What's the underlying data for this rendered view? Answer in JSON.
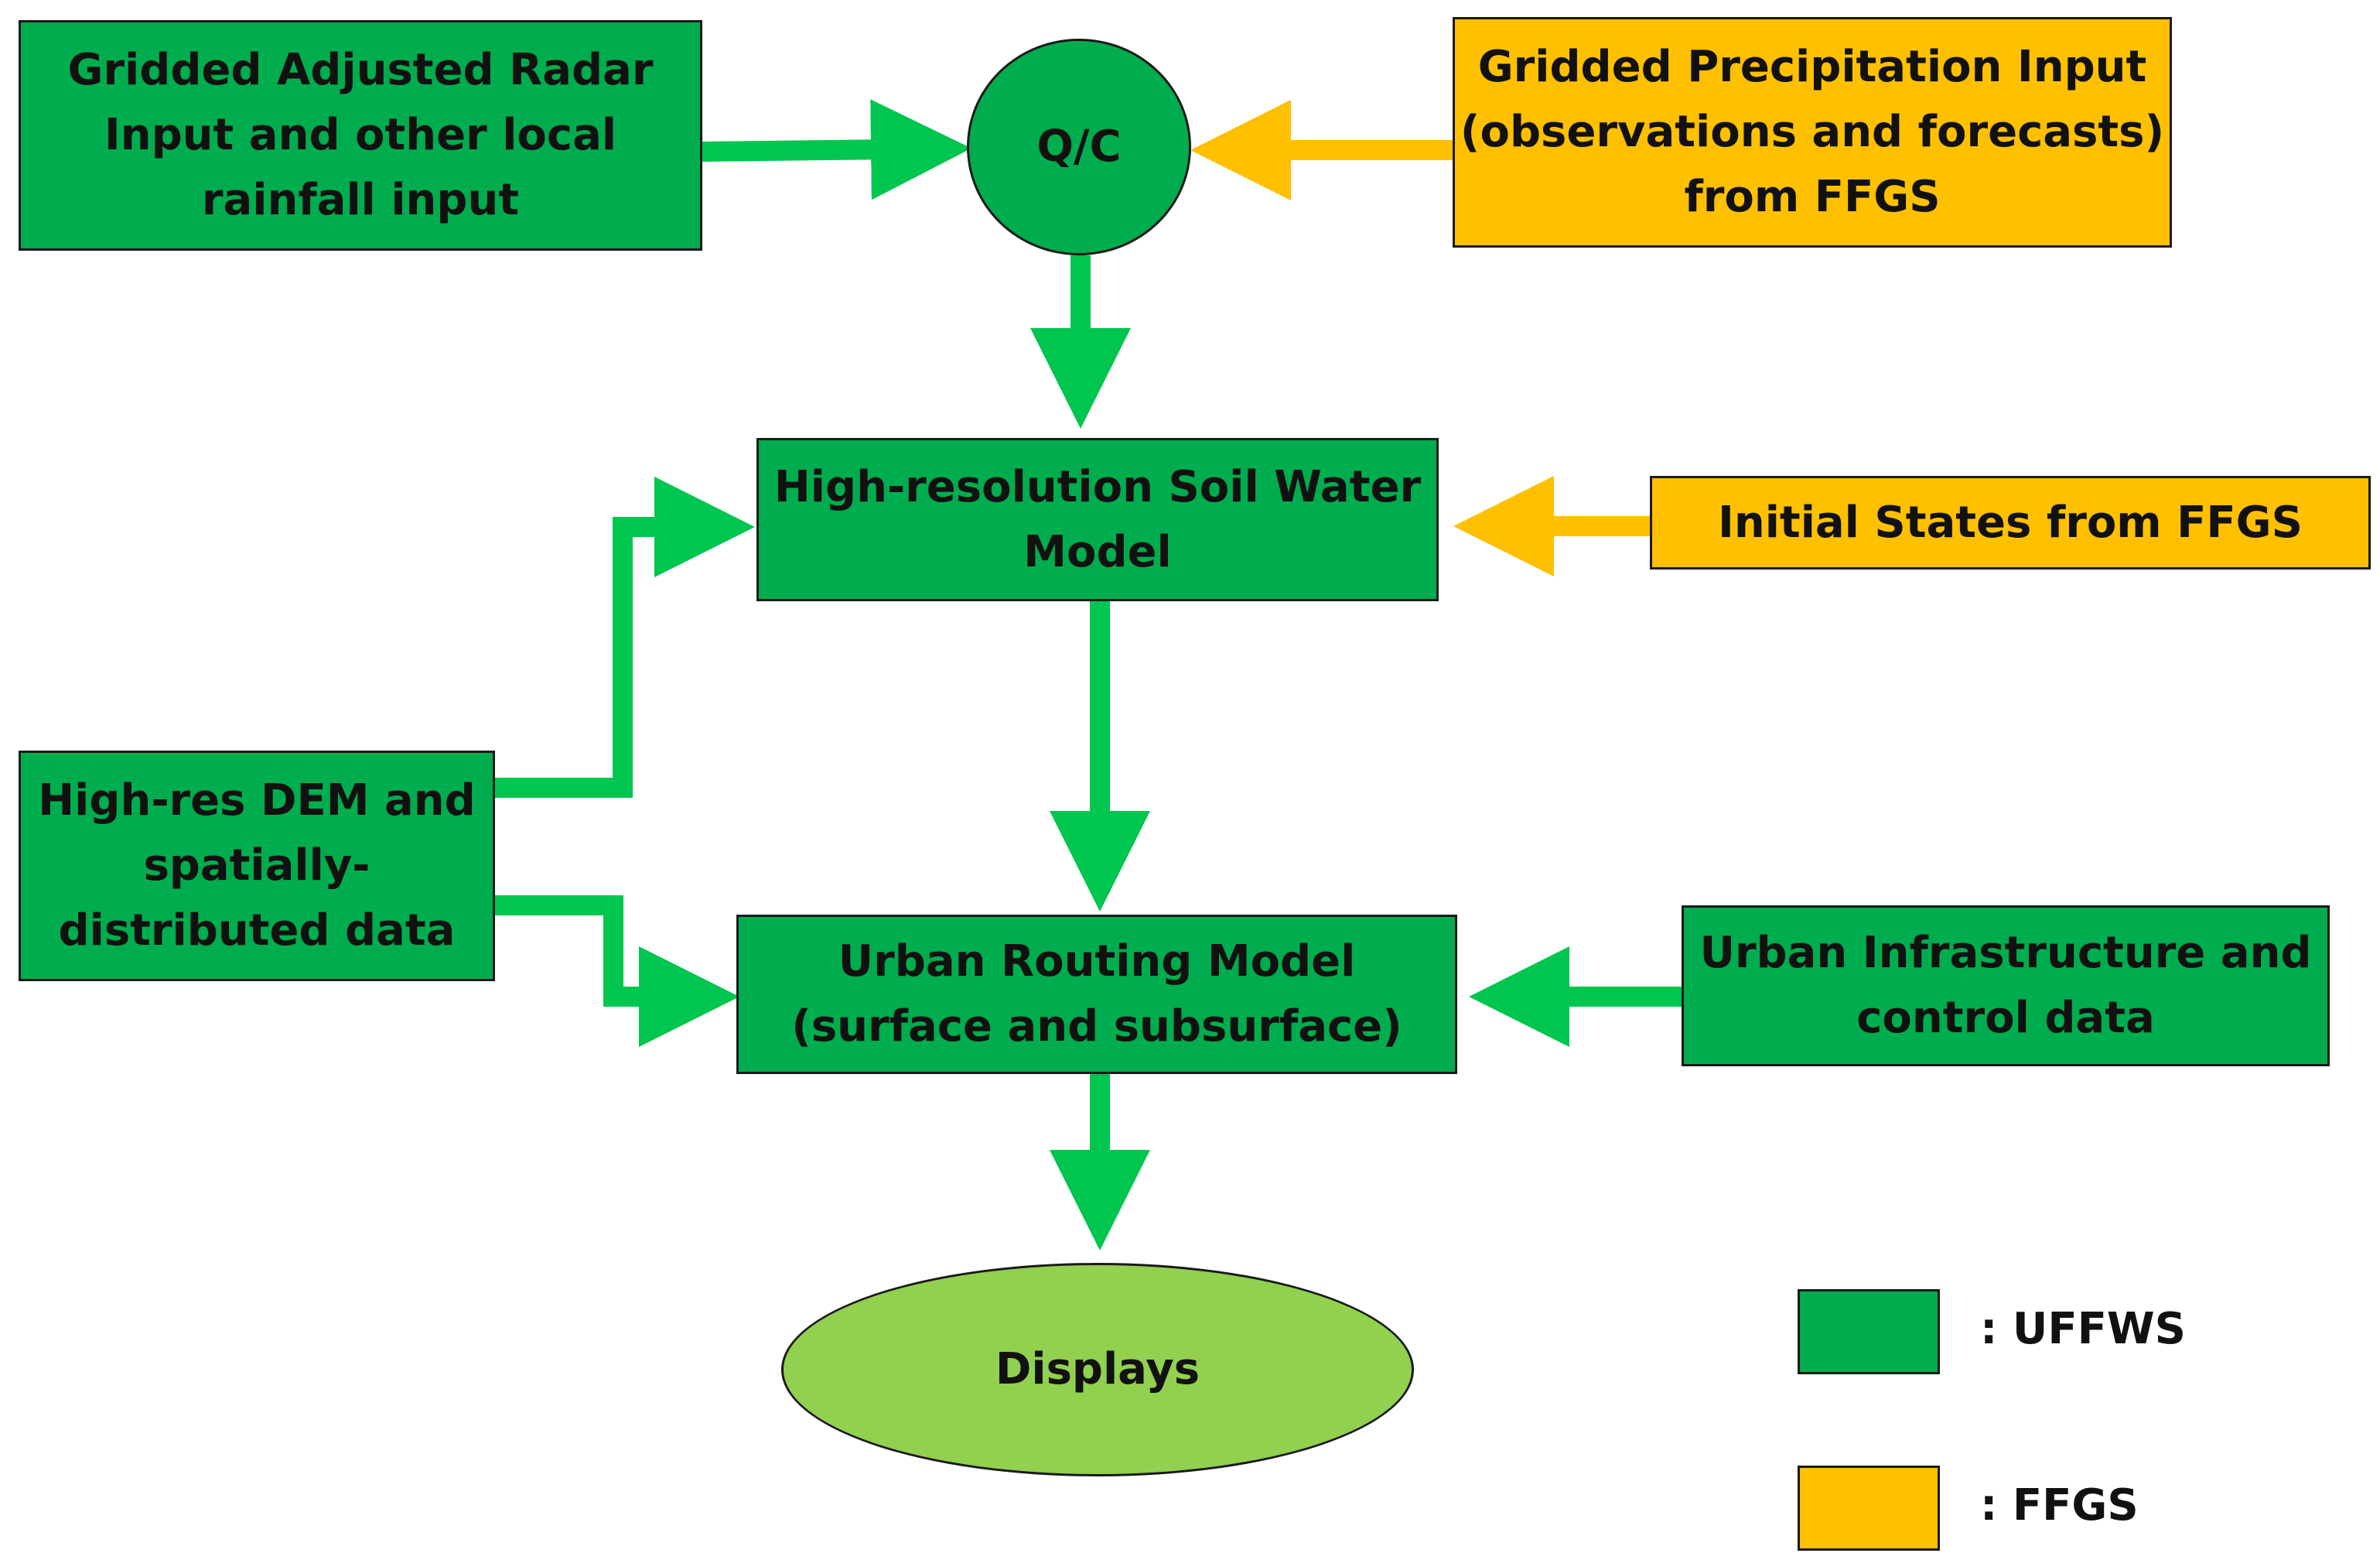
{
  "colors": {
    "uffws_green": "#00ad4e",
    "ffgs_yellow": "#ffc000",
    "display_green": "#92d050",
    "arrow_green": "#00c54f",
    "arrow_yellow": "#ffc000"
  },
  "nodes": {
    "radar_input": "Gridded Adjusted Radar\nInput and other local\nrainfall input",
    "qc": "Q/C",
    "precip_input": "Gridded Precipitation Input\n(observations and forecasts)\nfrom FFGS",
    "soil_model": "High-resolution Soil Water\nModel",
    "initial_states": "Initial States from FFGS",
    "dem_data": "High-res DEM and\nspatially-\ndistributed data",
    "routing_model": "Urban Routing Model\n(surface and subsurface)",
    "infrastructure": "Urban Infrastructure and\ncontrol data",
    "displays": "Displays"
  },
  "legend": {
    "uffws_label": ": UFFWS",
    "ffgs_label": ": FFGS"
  }
}
